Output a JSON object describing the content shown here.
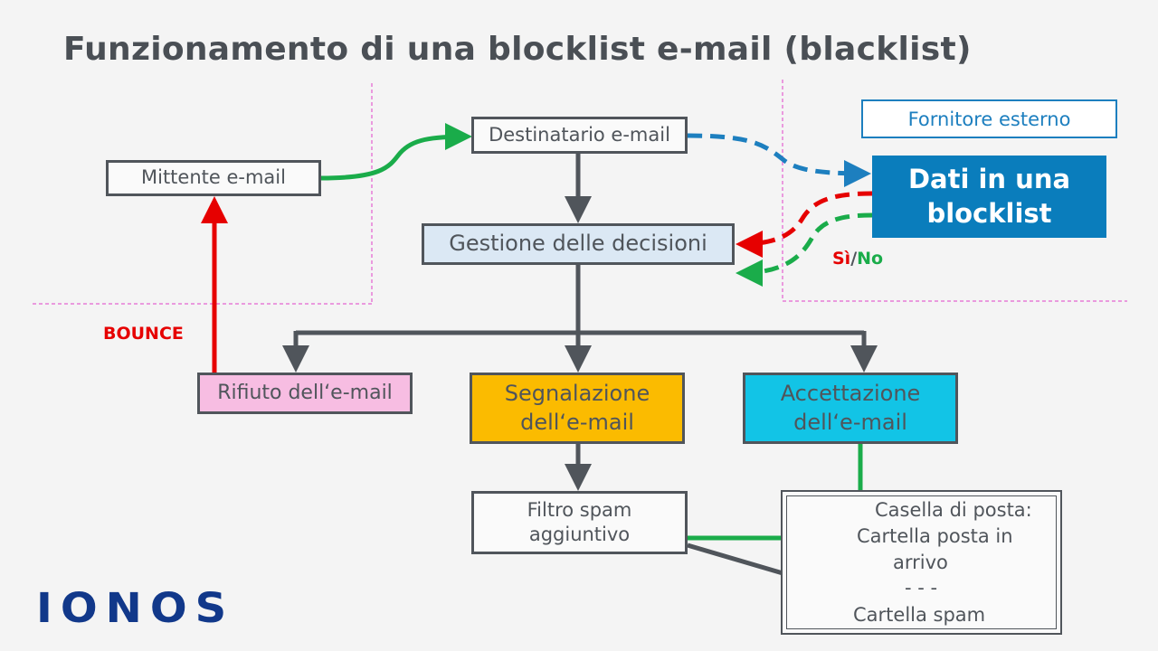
{
  "title": "Funzionamento di una blocklist e-mail (blacklist)",
  "nodes": {
    "sender": "Mittente e-mail",
    "recipient": "Destinatario e-mail",
    "decision": "Gestione delle decisioni",
    "reject": "Rifiuto dell‘e-mail",
    "flag_line1": "Segnalazione",
    "flag_line2": "dell‘e-mail",
    "accept_line1": "Accettazione",
    "accept_line2": "dell‘e-mail",
    "spam_filter_line1": "Filtro spam",
    "spam_filter_line2": "aggiuntivo",
    "provider": "Fornitore esterno",
    "blocklist_line1": "Dati in una",
    "blocklist_line2": "blocklist"
  },
  "mailbox": {
    "heading": "Casella di posta:",
    "inbox_line1": "Cartella posta in",
    "inbox_line2": "arrivo",
    "separator": "- - -",
    "spam": "Cartella spam"
  },
  "labels": {
    "bounce": "BOUNCE",
    "yes": "Sì",
    "slash": "/",
    "no": "No"
  },
  "logo": "IONOS",
  "colors": {
    "gray": "#50555b",
    "green": "#1aac4a",
    "red": "#e60000",
    "blue": "#1d7fbf",
    "magenta": "#e040c8",
    "logo": "#11388a"
  }
}
